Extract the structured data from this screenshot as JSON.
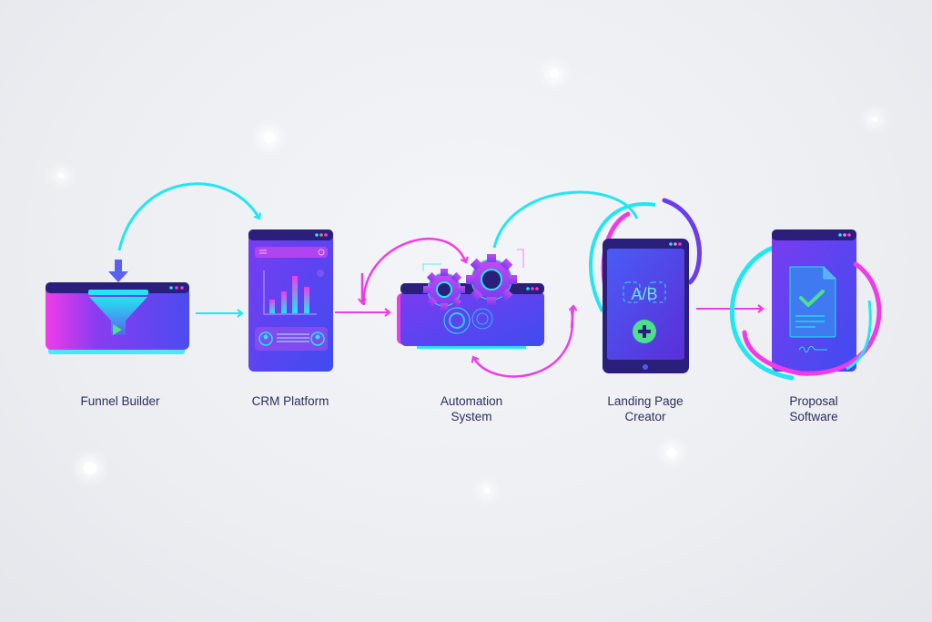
{
  "diagram": {
    "type": "process-flow",
    "steps": [
      {
        "id": "funnel",
        "label": "Funnel Builder",
        "icon": "funnel-icon"
      },
      {
        "id": "crm",
        "label": "CRM Platform",
        "icon": "bar-chart-icon"
      },
      {
        "id": "automation",
        "label_line1": "Automation",
        "label_line2": "System",
        "icon": "gears-icon"
      },
      {
        "id": "landing",
        "label_line1": "Landing Page",
        "label_line2": "Creator",
        "icon": "ab-test-icon",
        "ab_text": "A/B"
      },
      {
        "id": "proposal",
        "label_line1": "Proposal",
        "label_line2": "Software",
        "icon": "document-check-icon"
      }
    ],
    "colors": {
      "cyan": "#22e6f0",
      "magenta": "#f03ce8",
      "violet": "#6a3cf0",
      "window_dark": "#2a1f7a",
      "window_body": "#5a3cf0",
      "green": "#4be08a",
      "label": "#2b2f5a"
    }
  }
}
